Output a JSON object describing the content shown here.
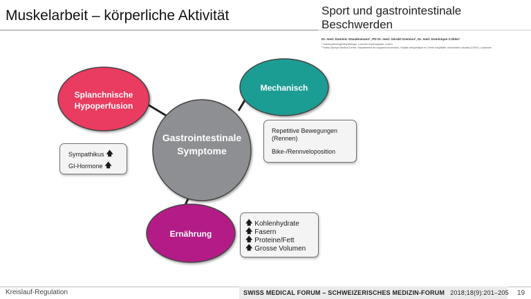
{
  "slide": {
    "title": "Muskelarbeit – körperliche Aktivität",
    "page_number": "19"
  },
  "article": {
    "title": "Sport und gastrointestinale Beschwerden",
    "authors": "Dr. med. Dominic Staudenmann¹, PD Dr. med. Gérald Gremion², Dr. med. Dominique Criblez¹",
    "affiliation_1": "¹ Gastroenterologie/Hepatologie, Luzerner Kantonsspital, Luzern",
    "affiliation_2": "² Swiss Olympic Medical Center, Département de l'appareil locomoteur, Hôpital orthopédique et Centre hospitalier universitaire vaudois (CHUV), Lausanne"
  },
  "diagram": {
    "center": {
      "line1": "Gastrointestinale",
      "line2": "Symptome",
      "color": "#8e8f93"
    },
    "nodes": {
      "splanchnic": {
        "line1": "Splanchnische",
        "line2": "Hypoperfusion",
        "color": "#ea3a61"
      },
      "mechanical": {
        "line1": "Mechanisch",
        "color": "#1a9d94"
      },
      "nutrition": {
        "line1": "Ernährung",
        "color": "#b31a86"
      }
    },
    "boxes": {
      "splanchnic": {
        "items": [
          "Sympathikus",
          "GI-Hormone"
        ]
      },
      "mechanical": {
        "items": [
          "Repetitive Bewegungen",
          "(Rennen)",
          "Bike-/Rennveloposition"
        ]
      },
      "nutrition": {
        "items": [
          "Kohlenhydrate",
          "Fasern",
          "Proteine/Fett",
          "Grosse Volumen"
        ]
      }
    },
    "arrow_icon": "up-arrow-icon"
  },
  "footer": {
    "section": "Kreislauf-Regulation",
    "journal_name": "SWISS MEDICAL FORUM – SCHWEIZERISCHES MEDIZIN-FORUM",
    "journal_ref": "2018;18(9):201–205"
  }
}
